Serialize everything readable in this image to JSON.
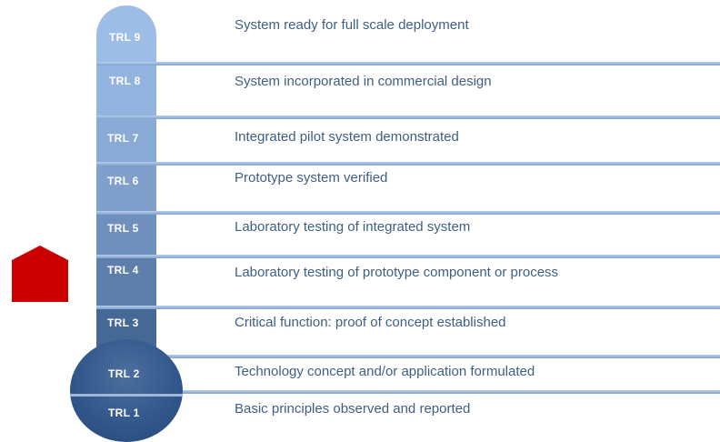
{
  "colors": {
    "marker": "#cc0000",
    "description_text": "#3d5f86",
    "divider": "#8fb0d8"
  },
  "levels": [
    {
      "label": "TRL 9",
      "description": "System ready for full scale deployment",
      "color": "#9dbde6"
    },
    {
      "label": "TRL 8",
      "description": "System incorporated in commercial design",
      "color": "#93b4df"
    },
    {
      "label": "TRL 7",
      "description": "Integrated pilot system demonstrated",
      "color": "#8aaad6"
    },
    {
      "label": "TRL 6",
      "description": "Prototype system verified",
      "color": "#809fcb"
    },
    {
      "label": "TRL 5",
      "description": "Laboratory testing of integrated system",
      "color": "#6f8fbc"
    },
    {
      "label": "TRL 4",
      "description": "Laboratory testing of prototype component or process",
      "color": "#5e7eab"
    },
    {
      "label": "TRL 3",
      "description": "Critical function: proof of concept established",
      "color": "#466894"
    },
    {
      "label": "TRL 2",
      "description": "Technology concept and/or application formulated",
      "color": "#33588b"
    },
    {
      "label": "TRL 1",
      "description": "Basic principles observed and reported",
      "color": "#2b4f82"
    }
  ],
  "marker": {
    "shape": "house-pentagon",
    "level": "TRL 4"
  }
}
